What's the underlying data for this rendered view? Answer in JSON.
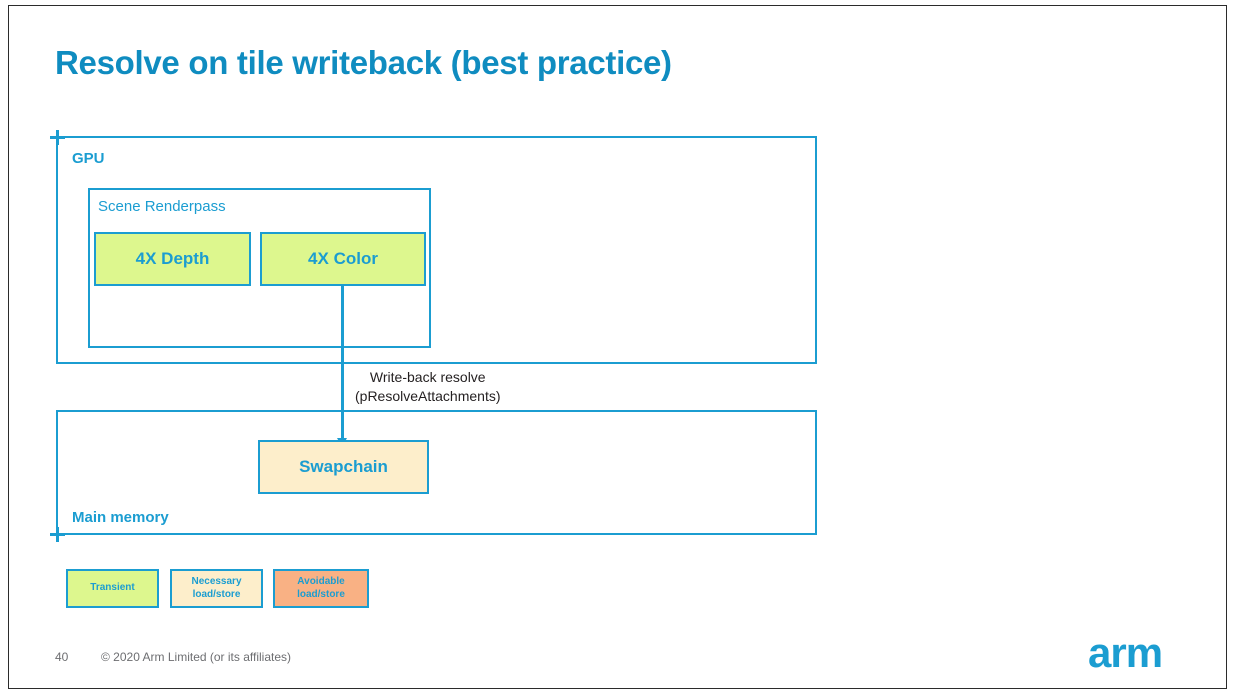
{
  "slide": {
    "title": "Resolve on tile writeback (best practice)",
    "accent_color": "#1b9dd1",
    "title_color": "#0f8cc0"
  },
  "diagram": {
    "gpu": {
      "label": "GPU",
      "renderpass": {
        "label": "Scene Renderpass",
        "blocks": [
          {
            "label": "4X Depth",
            "fill": "#ddf78e",
            "category": "transient"
          },
          {
            "label": "4X Color",
            "fill": "#ddf78e",
            "category": "transient"
          }
        ]
      }
    },
    "main_memory": {
      "label": "Main memory",
      "blocks": [
        {
          "label": "Swapchain",
          "fill": "#fdeecb",
          "category": "necessary"
        }
      ]
    },
    "arrow": {
      "label_line1": "Write-back resolve",
      "label_line2": "(pResolveAttachments)",
      "color": "#1b9dd1"
    }
  },
  "legend": {
    "items": [
      {
        "label": "Transient",
        "fill": "#ddf78e"
      },
      {
        "label": "Necessary\nload/store",
        "fill": "#fdeecb"
      },
      {
        "label": "Avoidable\nload/store",
        "fill": "#f9b184"
      }
    ]
  },
  "footer": {
    "page_number": "40",
    "copyright": "© 2020 Arm Limited (or its affiliates)",
    "logo_text": "arm",
    "logo_color": "#1b9dd1"
  }
}
